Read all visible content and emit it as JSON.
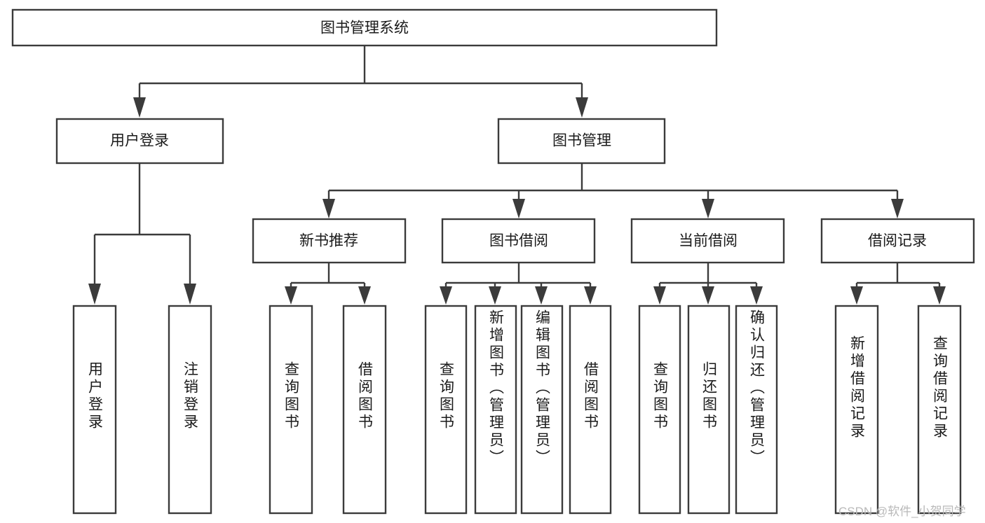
{
  "diagram": {
    "title_node": {
      "label": "图书管理系统"
    },
    "level2": [
      {
        "label": "用户登录"
      },
      {
        "label": "图书管理"
      }
    ],
    "level3": [
      {
        "label": "新书推荐"
      },
      {
        "label": "图书借阅"
      },
      {
        "label": "当前借阅"
      },
      {
        "label": "借阅记录"
      }
    ],
    "leaves": {
      "user_login": [
        {
          "label": "用户登录"
        },
        {
          "label": "注销登录"
        }
      ],
      "new_book": [
        {
          "label": "查询图书"
        },
        {
          "label": "借阅图书"
        }
      ],
      "book_borrow": [
        {
          "label": "查询图书"
        },
        {
          "label": "新增图书（管理员）"
        },
        {
          "label": "编辑图书（管理员）"
        },
        {
          "label": "借阅图书"
        }
      ],
      "current_borrow": [
        {
          "label": "查询图书"
        },
        {
          "label": "归还图书"
        },
        {
          "label": "确认归还（管理员）"
        }
      ],
      "borrow_record": [
        {
          "label": "新增借阅记录"
        },
        {
          "label": "查询借阅记录"
        }
      ]
    }
  },
  "watermark": {
    "text": "CSDN @软件_小贺同学"
  },
  "colors": {
    "stroke": "#3b3b3b",
    "fill": "#ffffff",
    "text": "#1a1a1a",
    "watermark": "#b9b9b9"
  }
}
